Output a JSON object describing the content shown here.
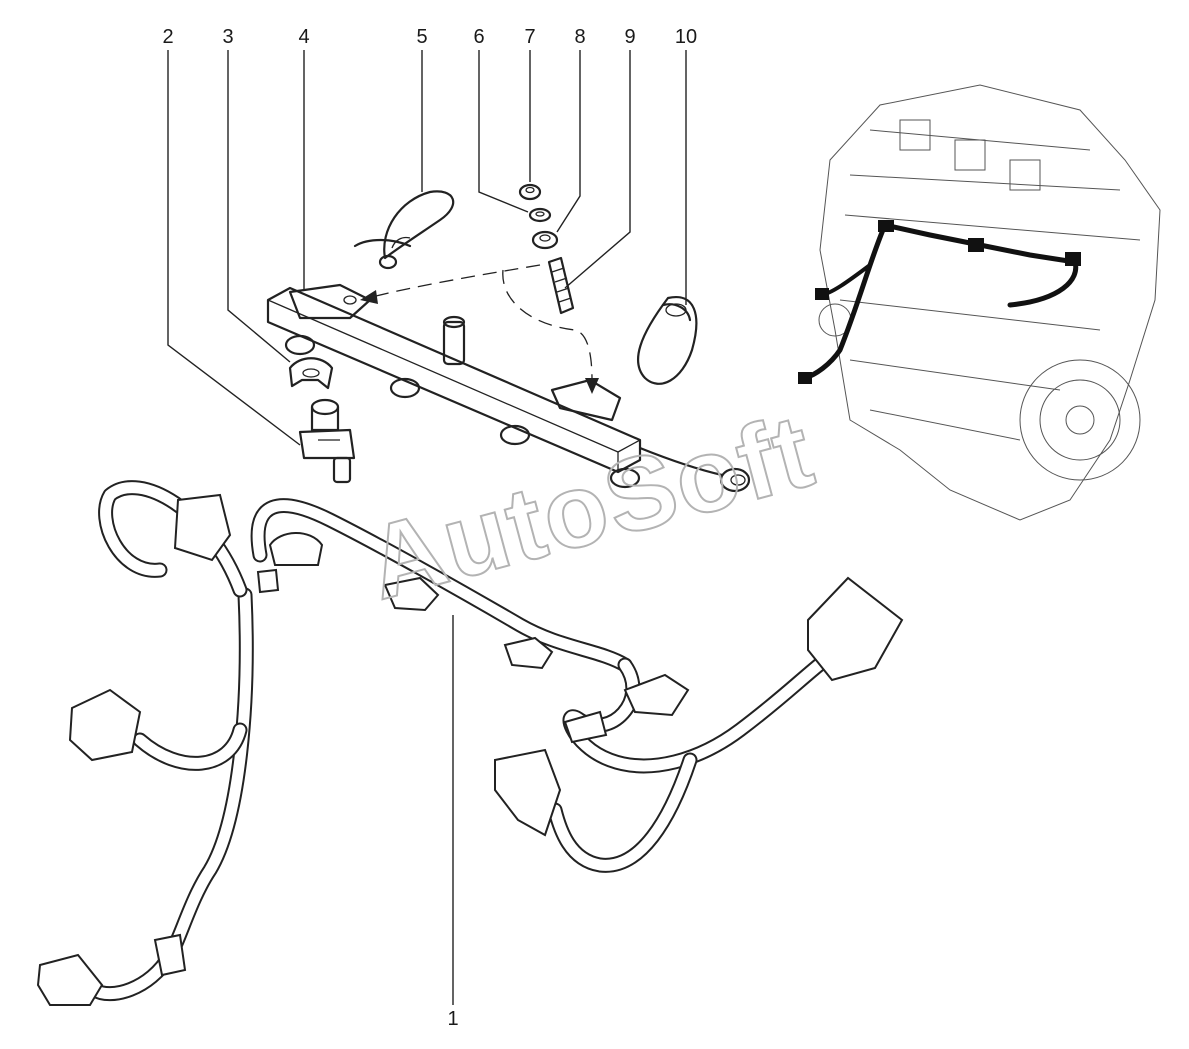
{
  "callouts": [
    "1",
    "2",
    "3",
    "4",
    "5",
    "6",
    "7",
    "8",
    "9",
    "10"
  ],
  "watermark": "AutoSoft",
  "colors": {
    "ink": "#222222",
    "watermark": "#b3b3b3",
    "background": "#ffffff"
  }
}
